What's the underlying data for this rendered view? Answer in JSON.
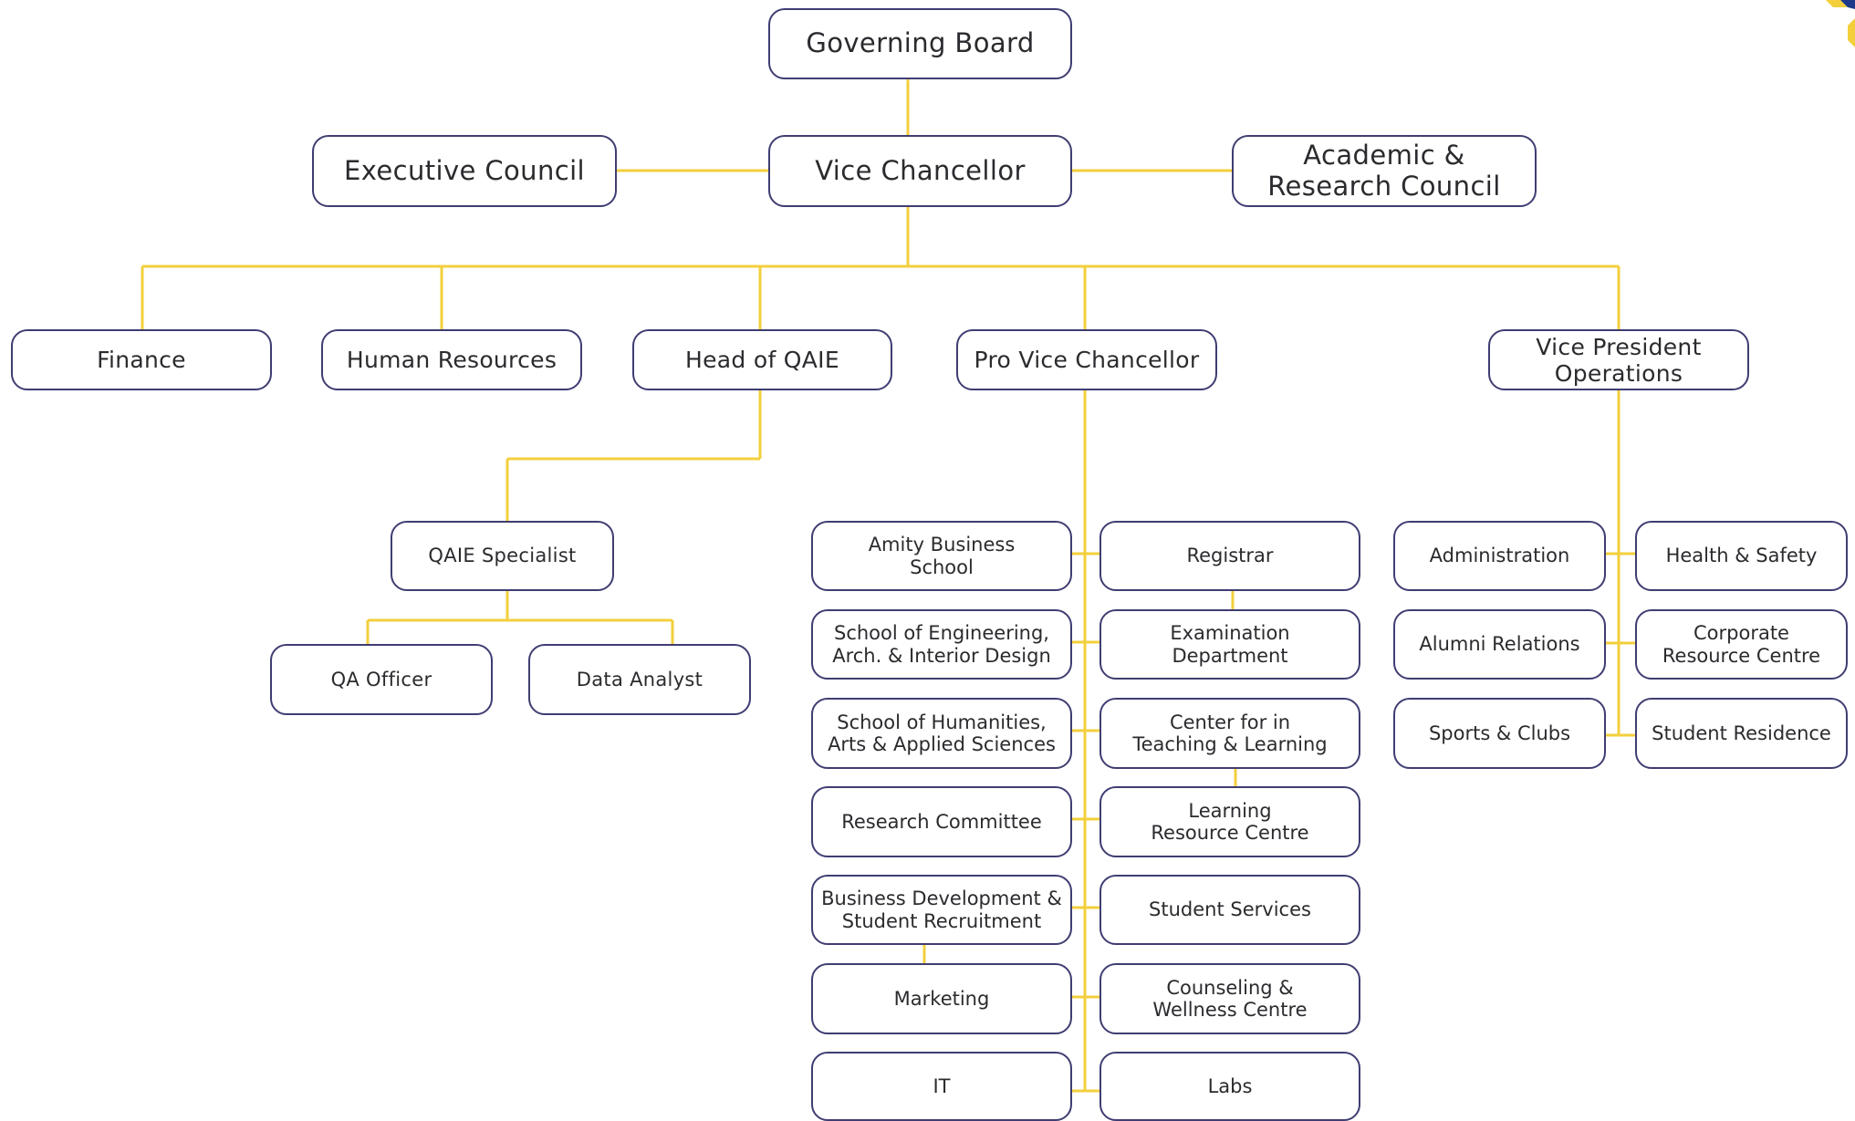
{
  "colors": {
    "connector": "#f3cf3c",
    "box_border": "#3f3d72",
    "text": "#2b2b2f",
    "accent_blue": "#1d3a8a"
  },
  "nodes": {
    "governing_board": "Governing Board",
    "executive_council": "Executive Council",
    "vice_chancellor": "Vice Chancellor",
    "academic_research_council": "Academic &\nResearch Council",
    "finance": "Finance",
    "human_resources": "Human Resources",
    "head_of_qaie": "Head of QAIE",
    "pro_vice_chancellor": "Pro Vice Chancellor",
    "vp_operations": "Vice President\nOperations",
    "qaie_specialist": "QAIE Specialist",
    "qa_officer": "QA Officer",
    "data_analyst": "Data Analyst",
    "amity_business_school": "Amity Business\nSchool",
    "school_engineering": "School of Engineering,\nArch. & Interior Design",
    "school_humanities": "School of Humanities,\nArts & Applied Sciences",
    "research_committee": "Research Committee",
    "business_development": "Business Development &\nStudent Recruitment",
    "marketing": "Marketing",
    "it": "IT",
    "registrar": "Registrar",
    "examination_department": "Examination\nDepartment",
    "center_teaching_learning": "Center for in\nTeaching & Learning",
    "learning_resource_centre": "Learning\nResource Centre",
    "student_services": "Student Services",
    "counseling_wellness": "Counseling &\nWellness Centre",
    "labs": "Labs",
    "administration": "Administration",
    "health_safety": "Health & Safety",
    "alumni_relations": "Alumni Relations",
    "corporate_resource_centre": "Corporate\nResource Centre",
    "sports_clubs": "Sports & Clubs",
    "student_residence": "Student Residence"
  }
}
